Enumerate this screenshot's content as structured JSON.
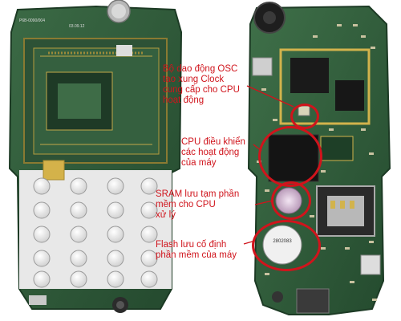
{
  "annotation_color": "#d0141c",
  "board_color": "#2f5a3a",
  "labels": {
    "osc": "Bộ dao động OSC\ntạo xung Clock\ncung cấp cho CPU\nhoạt động",
    "cpu": "CPU điều khiển\ncác hoạt động\ncủa máy",
    "sram": "SRAM lưu tạm phần\nmềm cho CPU\nxử lý",
    "flash": "Flash lưu cố định\nphần mềm của máy"
  },
  "board_print": {
    "left_top": "P6B-0090/004",
    "left_date": "03.09.12",
    "flash_chip": "2802083"
  },
  "icons": {
    "left_board": "phone-circuit-board-front",
    "right_board": "phone-circuit-board-back"
  }
}
